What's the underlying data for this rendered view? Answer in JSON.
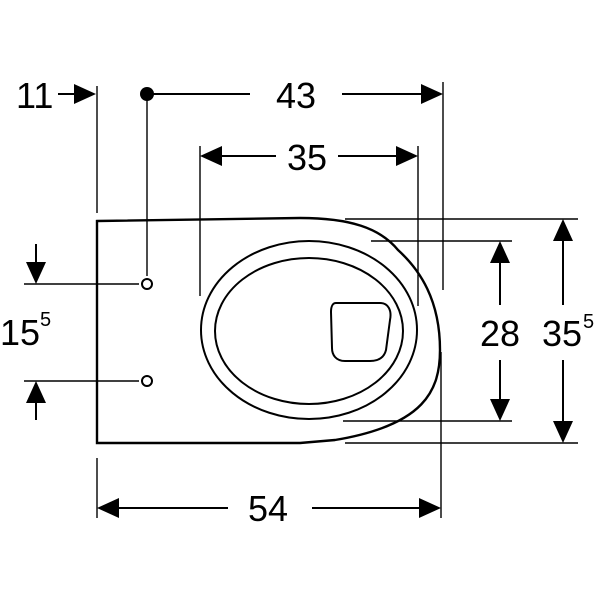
{
  "dimensions": {
    "d11": {
      "value": "11"
    },
    "d43": {
      "value": "43"
    },
    "d35_inner": {
      "value": "35"
    },
    "d15_5": {
      "value": "15",
      "superscript": "5"
    },
    "d28": {
      "value": "28"
    },
    "d35_5": {
      "value": "35",
      "superscript": "5"
    },
    "d54": {
      "value": "54"
    }
  },
  "colors": {
    "line": "#000000",
    "background": "#ffffff"
  }
}
